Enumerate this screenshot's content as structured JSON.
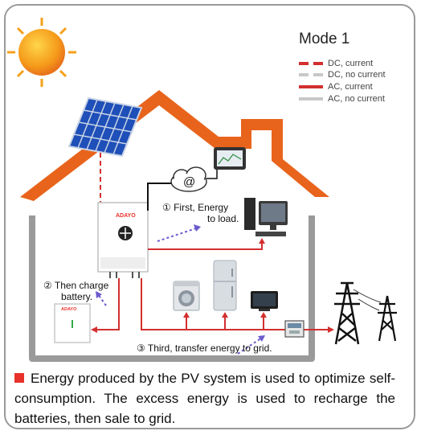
{
  "mode_title": "Mode 1",
  "legend": [
    {
      "label": "DC, current",
      "color": "#d32f2f",
      "dashed": true
    },
    {
      "label": "DC, no current",
      "color": "#c8c8c8",
      "dashed": true
    },
    {
      "label": "AC, current",
      "color": "#d32f2f",
      "dashed": false
    },
    {
      "label": "AC, no current",
      "color": "#c8c8c8",
      "dashed": false
    }
  ],
  "brand": "ADAYO",
  "internet_symbol": "@",
  "step1": {
    "line1": "① First, Energy",
    "line2": "to load."
  },
  "step2": {
    "line1": "② Then charge",
    "line2": "battery."
  },
  "step3": "③ Third, transfer energy to grid.",
  "caption": "Energy produced by the PV system is used to optimize self-consumption. The excess  energy is used to recharge the batteries, then sale to grid.",
  "colors": {
    "house": "#e8641c",
    "wall": "#9a9a9a",
    "current": "#d32f2f",
    "arrow": "#6a5acd"
  }
}
